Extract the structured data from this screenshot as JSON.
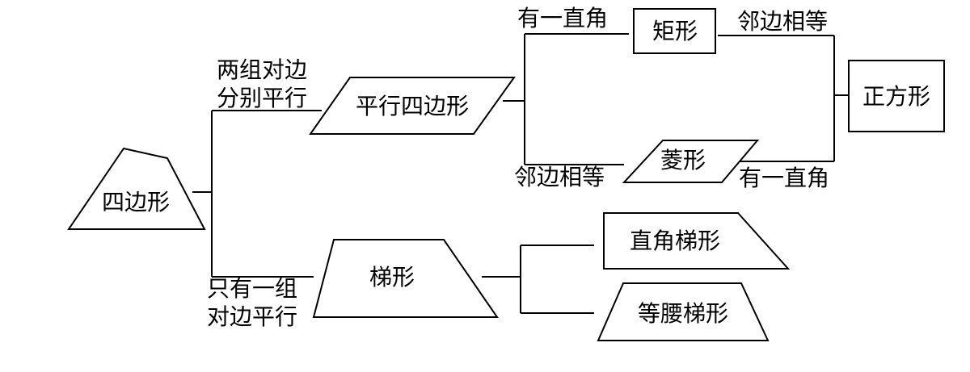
{
  "shapes": {
    "quadrilateral": "四边形",
    "parallelogram": "平行四边形",
    "trapezoid": "梯形",
    "rectangle": "矩形",
    "rhombus": "菱形",
    "square": "正方形",
    "right_trapezoid": "直角梯形",
    "isosceles_trapezoid": "等腰梯形"
  },
  "conditions": {
    "two_pairs_line1": "两组对边",
    "two_pairs_line2": "分别平行",
    "one_pair_line1": "只有一组",
    "one_pair_line2": "对边平行",
    "para_to_rect": "有一直角",
    "para_to_rhombus": "邻边相等",
    "rect_to_square": "邻边相等",
    "rhombus_to_square": "有一直角"
  }
}
